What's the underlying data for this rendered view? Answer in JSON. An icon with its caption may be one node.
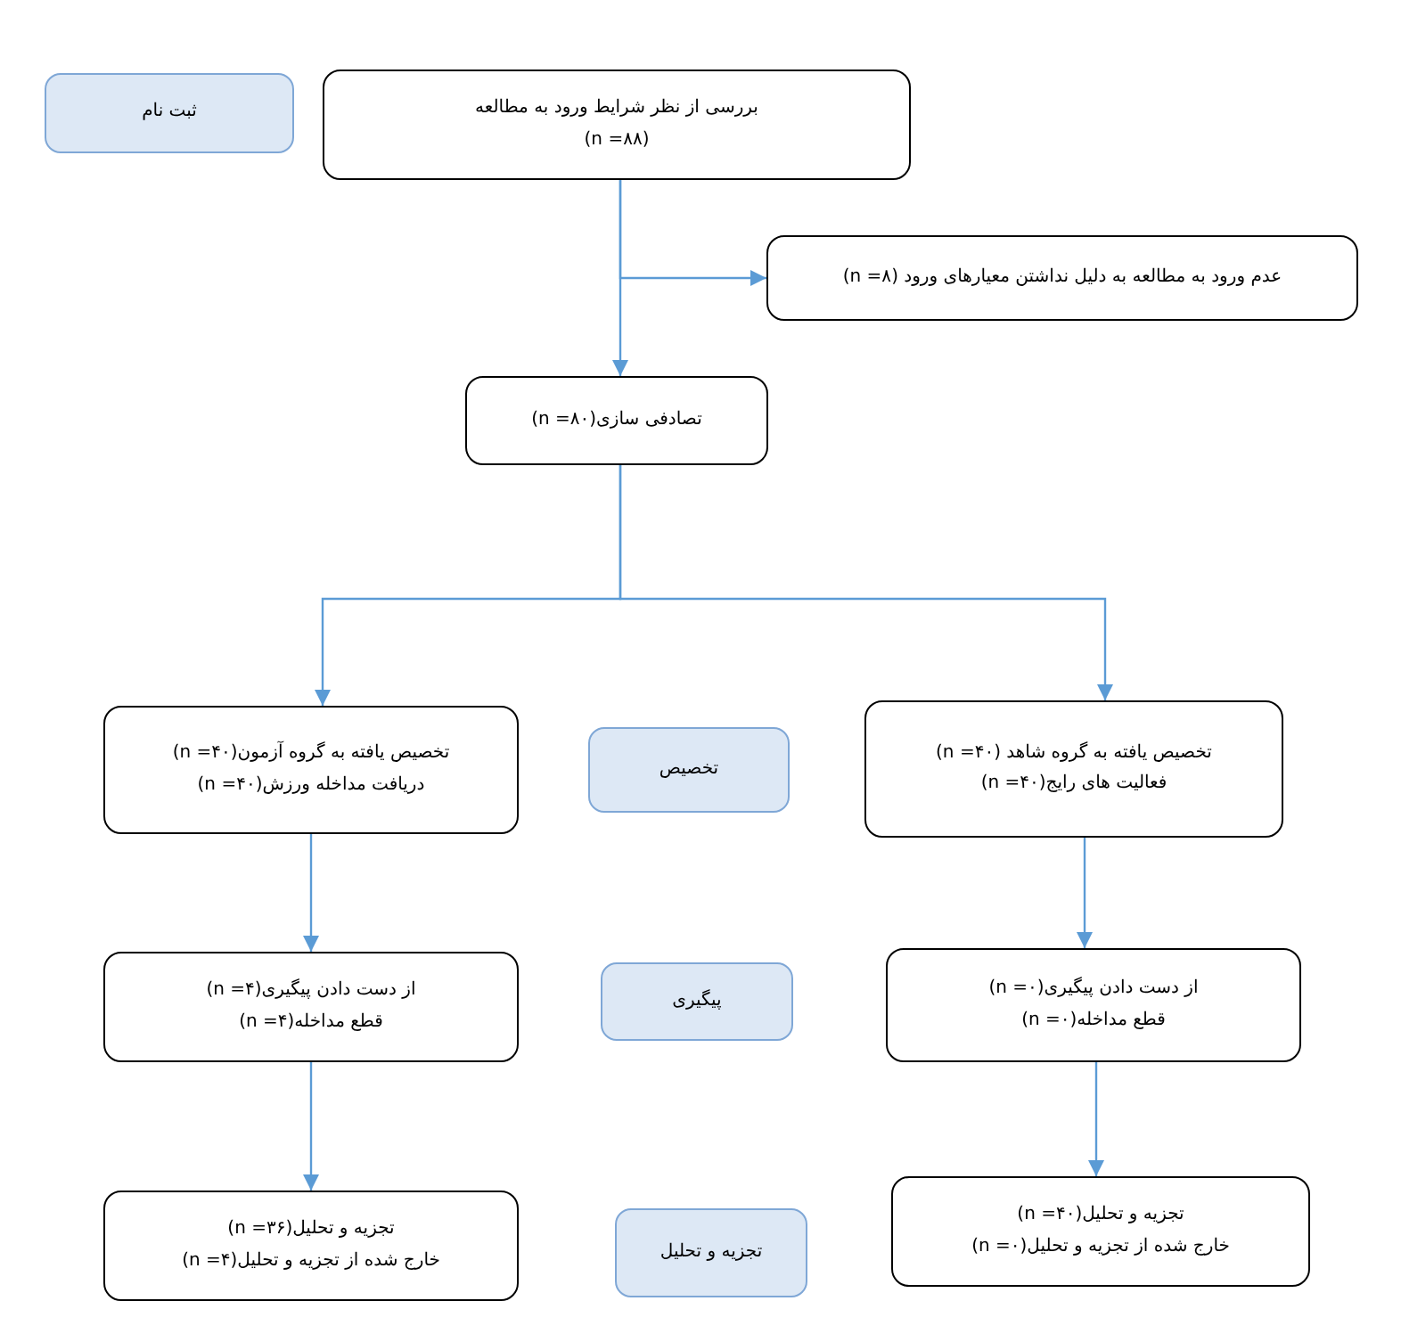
{
  "diagram": {
    "nodes": [
      {
        "text": [
          "ثبت نام"
        ]
      },
      {
        "text": [
          "بررسی از نظر شرایط ورود به مطالعه",
          "(n =۸۸)"
        ]
      },
      {
        "text": [
          "عدم ورود به مطالعه به دلیل نداشتن معیارهای ورود (n =۸)"
        ]
      },
      {
        "text": [
          "تصادفی سازی(n =۸۰)"
        ]
      },
      {
        "text": [
          "تخصیص یافته به گروه آزمون(n =۴۰)",
          "دریافت مداخله ورزش(n =۴۰)"
        ]
      },
      {
        "text": [
          "تخصیص"
        ]
      },
      {
        "text": [
          "تخصیص یافته به گروه شاهد (n =۴۰)",
          "فعالیت های رایج(n =۴۰)"
        ]
      },
      {
        "text": [
          "از دست دادن پیگیری(n =۴)",
          "قطع مداخله(n =۴)"
        ]
      },
      {
        "text": [
          "پیگیری"
        ]
      },
      {
        "text": [
          "از دست دادن پیگیری(n =۰)",
          "قطع مداخله(n =۰)"
        ]
      },
      {
        "text": [
          "تجزیه و تحلیل(n =۳۶)",
          "خارج شده از تجزیه و تحلیل(n =۴)"
        ]
      },
      {
        "text": [
          "تجزیه و تحلیل"
        ]
      },
      {
        "text": [
          "تجزیه و تحلیل(n =۴۰)",
          "خارج شده از تجزیه و تحلیل(n =۰)"
        ]
      }
    ],
    "edges": [
      {
        "from": 1,
        "to": 2,
        "arrow": "to"
      },
      {
        "from": 1,
        "to": 3,
        "arrow": "to"
      },
      {
        "from": 3,
        "to": 4,
        "arrow": "to"
      },
      {
        "from": 3,
        "to": 6,
        "arrow": "to"
      },
      {
        "from": 4,
        "to": 7,
        "arrow": "to"
      },
      {
        "from": 6,
        "to": 9,
        "arrow": "to"
      },
      {
        "from": 7,
        "to": 10,
        "arrow": "to"
      },
      {
        "from": 9,
        "to": 12,
        "arrow": "to"
      }
    ]
  }
}
